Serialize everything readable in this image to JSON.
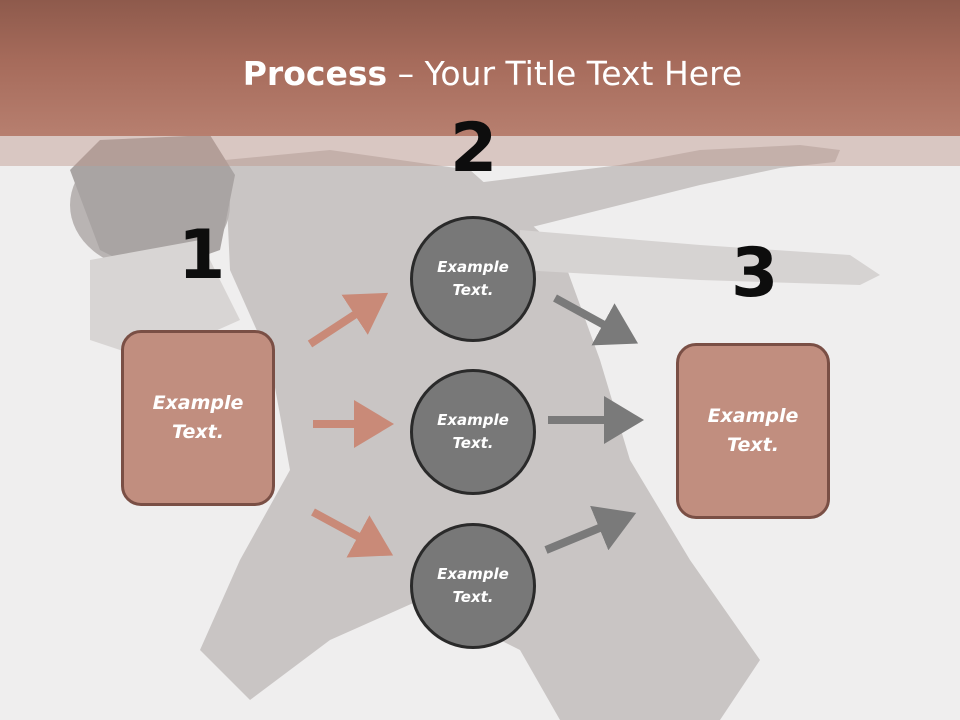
{
  "title": {
    "bold": "Process",
    "rest": " – Your Title Text Here"
  },
  "steps": [
    {
      "number": "1",
      "text": "Example Text."
    },
    {
      "number": "2",
      "text": "Example Text."
    },
    {
      "number": "3",
      "text": "Example Text."
    }
  ],
  "circles": [
    {
      "text": "Example Text."
    },
    {
      "text": "Example Text."
    },
    {
      "text": "Example Text."
    }
  ],
  "colors": {
    "header": "#a66b5b",
    "box_fill": "#c18e7f",
    "box_border": "#7a4f45",
    "circle_fill": "#787878",
    "arrow_left": "#c98a78",
    "arrow_right": "#7a7a7a"
  }
}
